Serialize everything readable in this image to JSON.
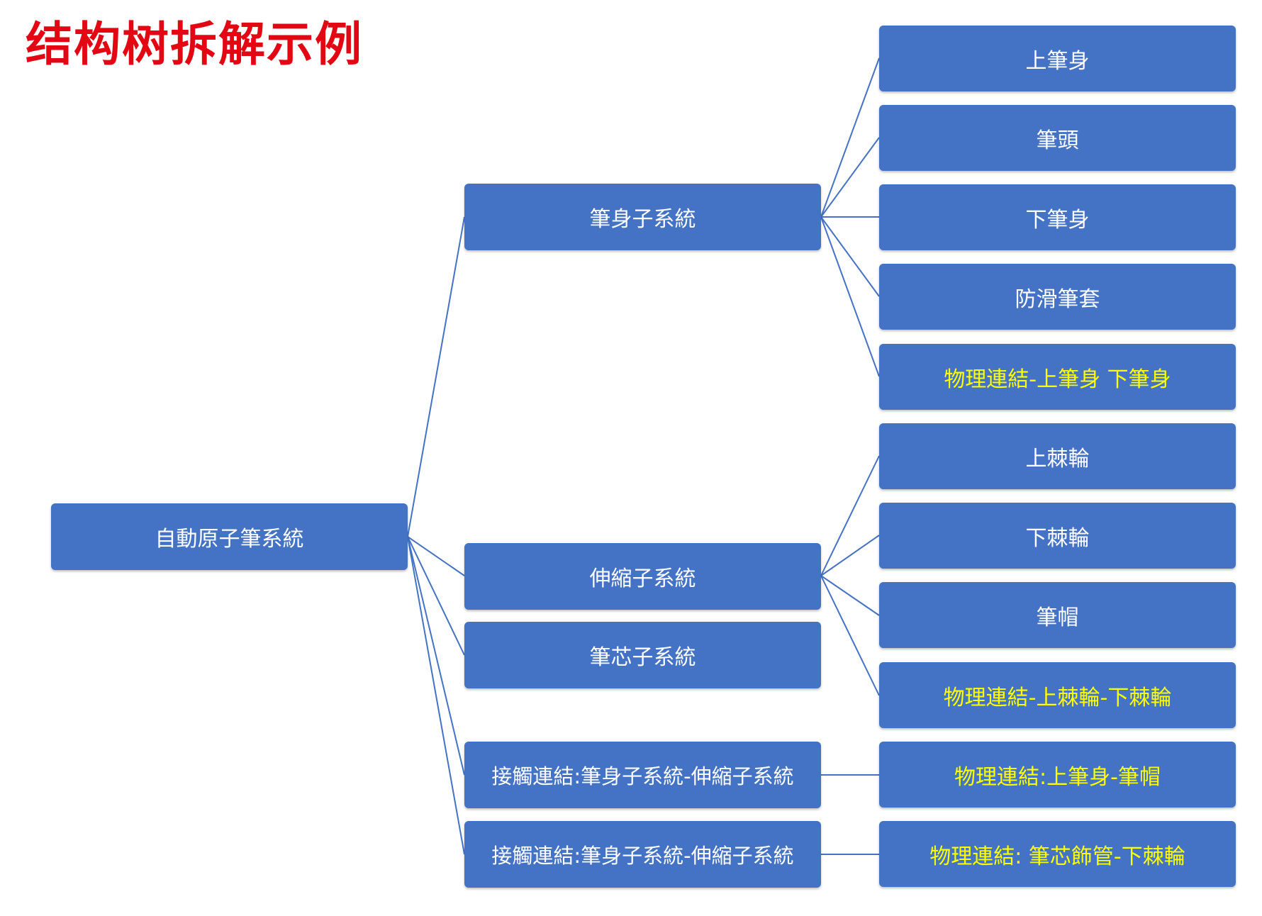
{
  "title": "结构树拆解示例",
  "colors": {
    "title": "#e30613",
    "node_fill": "#4472c4",
    "node_text": "#ffffff",
    "connection_text": "#ffff00",
    "connector": "#4472c4"
  },
  "tree": {
    "root": {
      "label": "自動原子筆系統"
    },
    "subsystems": [
      {
        "label": "筆身子系統",
        "children": [
          {
            "label": "上筆身",
            "kind": "part"
          },
          {
            "label": "筆頭",
            "kind": "part"
          },
          {
            "label": "下筆身",
            "kind": "part"
          },
          {
            "label": "防滑筆套",
            "kind": "part"
          },
          {
            "label": "物理連結-上筆身 下筆身",
            "kind": "connection"
          }
        ]
      },
      {
        "label": "伸縮子系統",
        "children": [
          {
            "label": "上棘輪",
            "kind": "part"
          },
          {
            "label": "下棘輪",
            "kind": "part"
          },
          {
            "label": "筆帽",
            "kind": "part"
          },
          {
            "label": "物理連結-上棘輪-下棘輪",
            "kind": "connection"
          }
        ]
      },
      {
        "label": "筆芯子系統",
        "children": []
      },
      {
        "label": "接觸連結:筆身子系統-伸縮子系統",
        "children": [
          {
            "label": "物理連結:上筆身-筆帽",
            "kind": "connection"
          }
        ]
      },
      {
        "label": "接觸連結:筆身子系統-伸縮子系統",
        "children": [
          {
            "label": "物理連結: 筆芯飾管-下棘輪",
            "kind": "connection"
          }
        ]
      }
    ]
  }
}
